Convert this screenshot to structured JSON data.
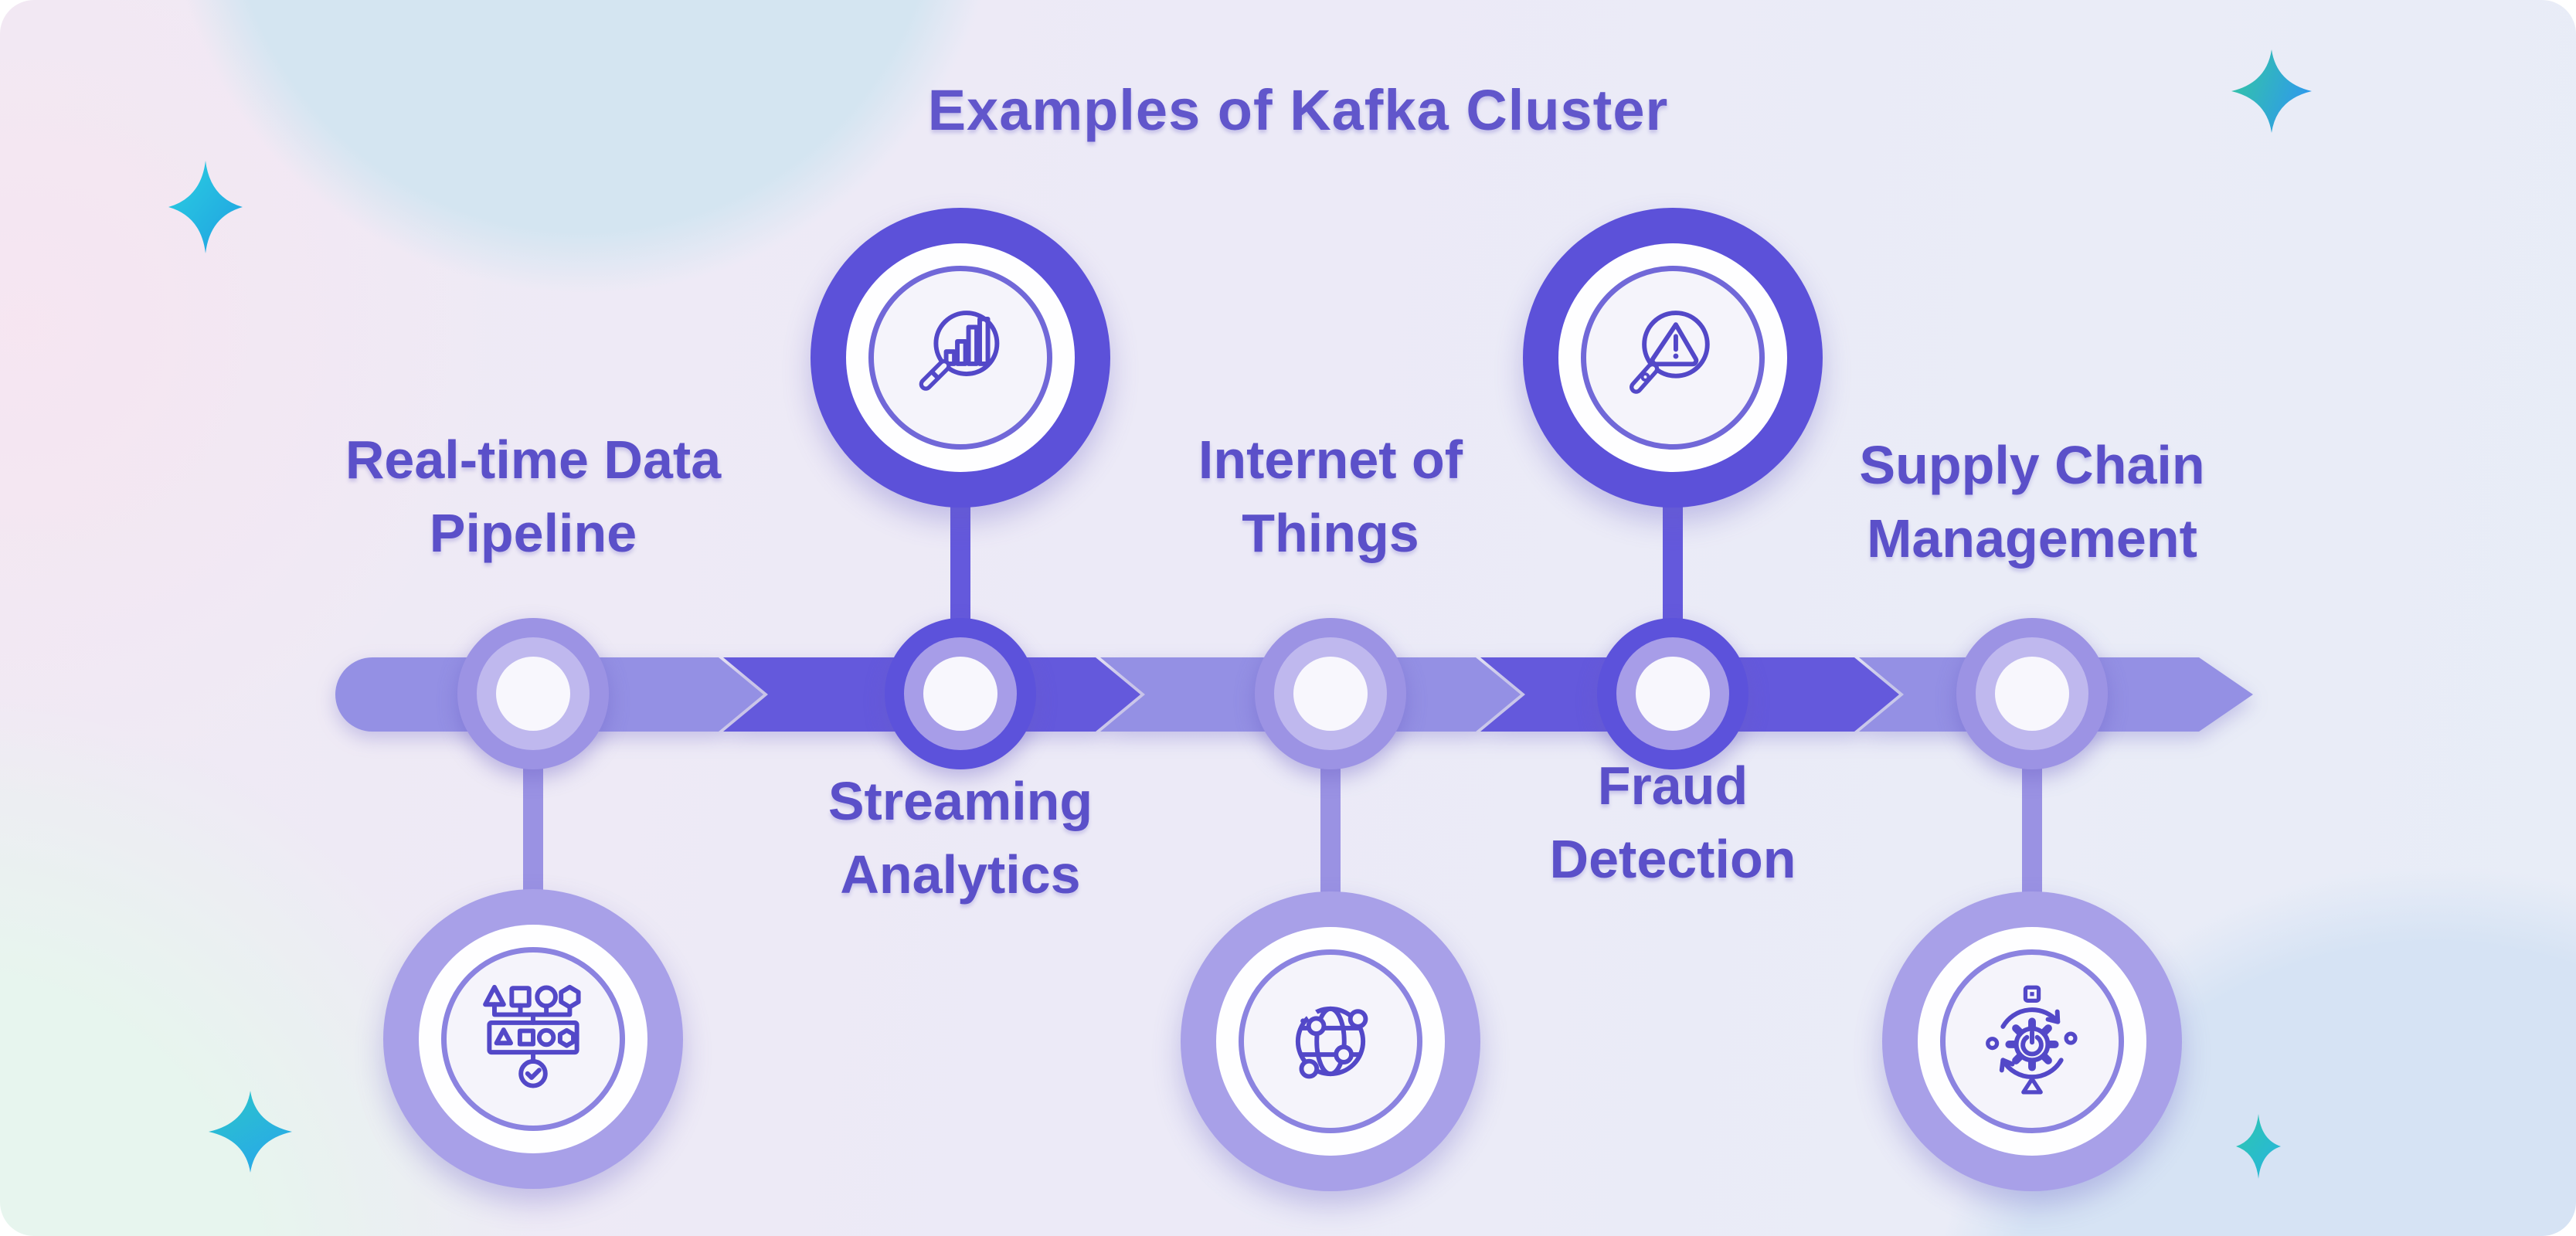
{
  "title": "Examples of Kafka Cluster",
  "items": [
    {
      "name": "real-time-data-pipeline",
      "label": "Real-time Data Pipeline",
      "line1": "Real-time Data",
      "line2": "Pipeline",
      "icon": "data-pipeline-icon",
      "icon_side": "bottom"
    },
    {
      "name": "streaming-analytics",
      "label": "Streaming Analytics",
      "line1": "Streaming",
      "line2": "Analytics",
      "icon": "analytics-magnifier-icon",
      "icon_side": "top"
    },
    {
      "name": "internet-of-things",
      "label": "Internet of Things",
      "line1": "Internet of",
      "line2": "Things",
      "icon": "iot-globe-network-icon",
      "icon_side": "bottom"
    },
    {
      "name": "fraud-detection",
      "label": "Fraud Detection",
      "line1": "Fraud",
      "line2": "Detection",
      "icon": "fraud-alert-magnifier-icon",
      "icon_side": "top"
    },
    {
      "name": "supply-chain-management",
      "label": "Supply Chain Management",
      "line1": "Supply Chain",
      "line2": "Management",
      "icon": "supply-chain-gear-icon",
      "icon_side": "bottom"
    }
  ],
  "colors": {
    "title_text": "#6156CB",
    "label_text": "#5B50C9",
    "timeline_light": "#9490E4",
    "timeline_dark": "#6459DC",
    "node_outer_light": "#9C93E4",
    "node_outer_dark": "#5C52DB",
    "bubble_ring_dark": "#5C51D9",
    "bubble_ring_light": "#A8A0E8",
    "icon_stroke": "#5348C8",
    "sparkle_teal": "#28C5E3",
    "sparkle_blue": "#2F9BEA",
    "sparkle_green": "#34C99E"
  },
  "decorations": {
    "sparkles": [
      "sparkle-star-icon-top-left",
      "sparkle-star-icon-top-right",
      "sparkle-star-icon-bottom-left",
      "sparkle-star-icon-bottom-right"
    ]
  }
}
